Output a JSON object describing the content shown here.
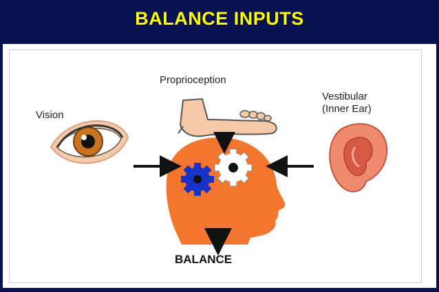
{
  "slide": {
    "title": "BALANCE INPUTS",
    "background_color": "#0a1352",
    "title_color": "#ffff00"
  },
  "diagram": {
    "labels": {
      "vision": "Vision",
      "proprioception": "Proprioception",
      "vestibular_line1": "Vestibular",
      "vestibular_line2": "(Inner Ear)",
      "output": "BALANCE"
    },
    "icons": [
      "eye-icon",
      "foot-icon",
      "ear-icon",
      "head-icon",
      "gear-icon"
    ],
    "colors": {
      "head": "#f4762e",
      "gear_blue": "#1733c8",
      "gear_white": "#ffffff",
      "arrow": "#111111",
      "skin": "#f6c9a8",
      "iris": "#c8741e"
    }
  }
}
